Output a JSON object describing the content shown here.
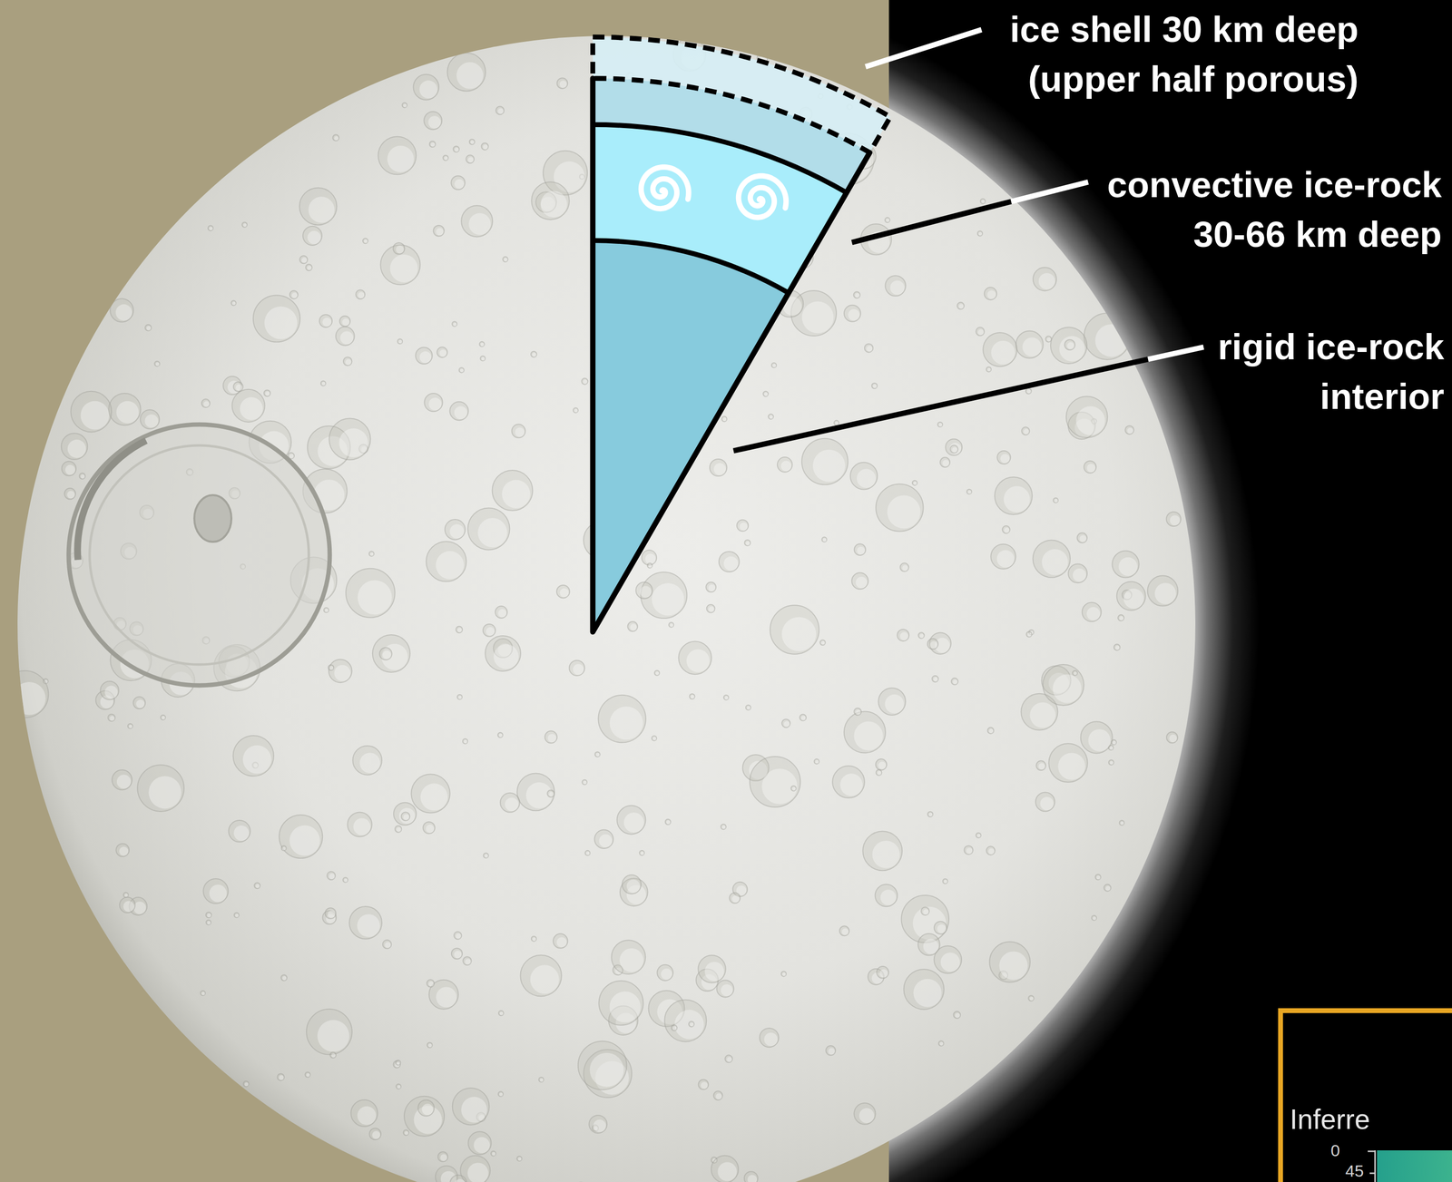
{
  "diagram": {
    "labels": [
      "ice shell 30 km deep (upper half porous)",
      "convective ice-rock 30-66 km deep",
      "rigid ice-rock interior",
      "Inferre",
      "0",
      "45"
    ]
  }
}
